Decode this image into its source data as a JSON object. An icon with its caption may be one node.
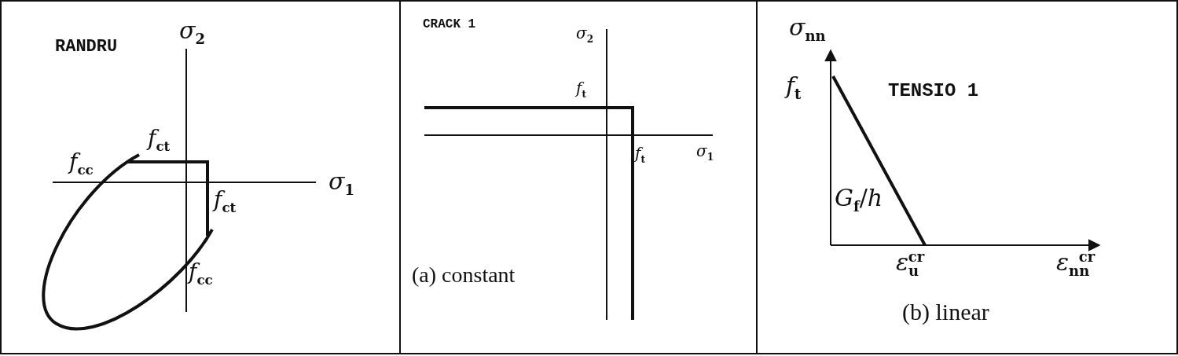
{
  "diagram": {
    "nodes": [
      {
        "text": [
          "RANDRU"
        ]
      },
      {
        "text": [
          "CRACK 1",
          "(a) constant"
        ]
      },
      {
        "text": [
          "TENSIO 1",
          "(b) linear"
        ]
      }
    ],
    "labels": [
      "*σ*$_{2}$",
      "*f*$_{ct}$",
      "*f*$_{cc}$",
      "*σ*$_{1}$",
      "*f*$_{ct}$",
      "*f*$_{cc}$",
      "*σ*$_{2}$",
      "*f*$_{t}$",
      "*f*$_{t}$",
      "*σ*$_{1}$",
      "*σ*$_{nn}$",
      "*f*$_{t}$",
      "*G*$_{f}$/*h*",
      "*ε*$_{u}$$^{cr}$",
      "*ε*$_{nn}$$^{cr}$"
    ]
  }
}
